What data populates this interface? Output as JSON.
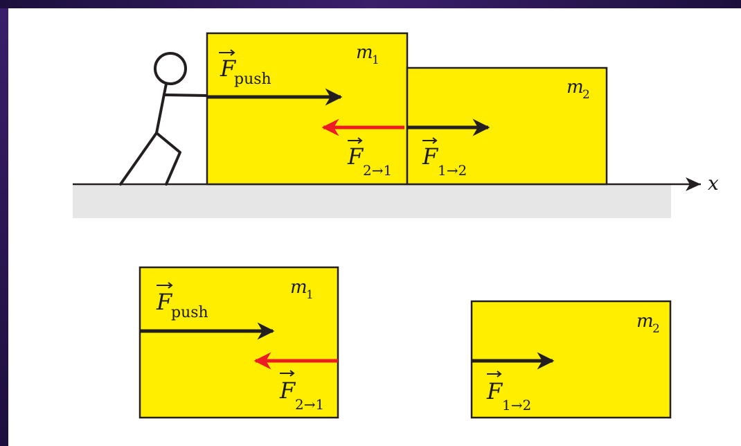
{
  "colors": {
    "frame": "#3a1f6b",
    "frame_dark": "#1c0f3d",
    "block": "#ffee00",
    "ground": "#e6e6e6",
    "black_arrow": "#231f20",
    "red_arrow": "#ed1c24",
    "stroke": "#231f20"
  },
  "labels": {
    "axis_x": "x",
    "force_symbol": "F",
    "push_sub": "push",
    "f21_sub": "2→1",
    "f12_sub": "1→2",
    "mass_symbol": "m",
    "m1_sub": "1",
    "m2_sub": "2"
  },
  "icons": {
    "person": "stick-figure-pushing-icon",
    "arrow": "vector-arrow-icon"
  }
}
